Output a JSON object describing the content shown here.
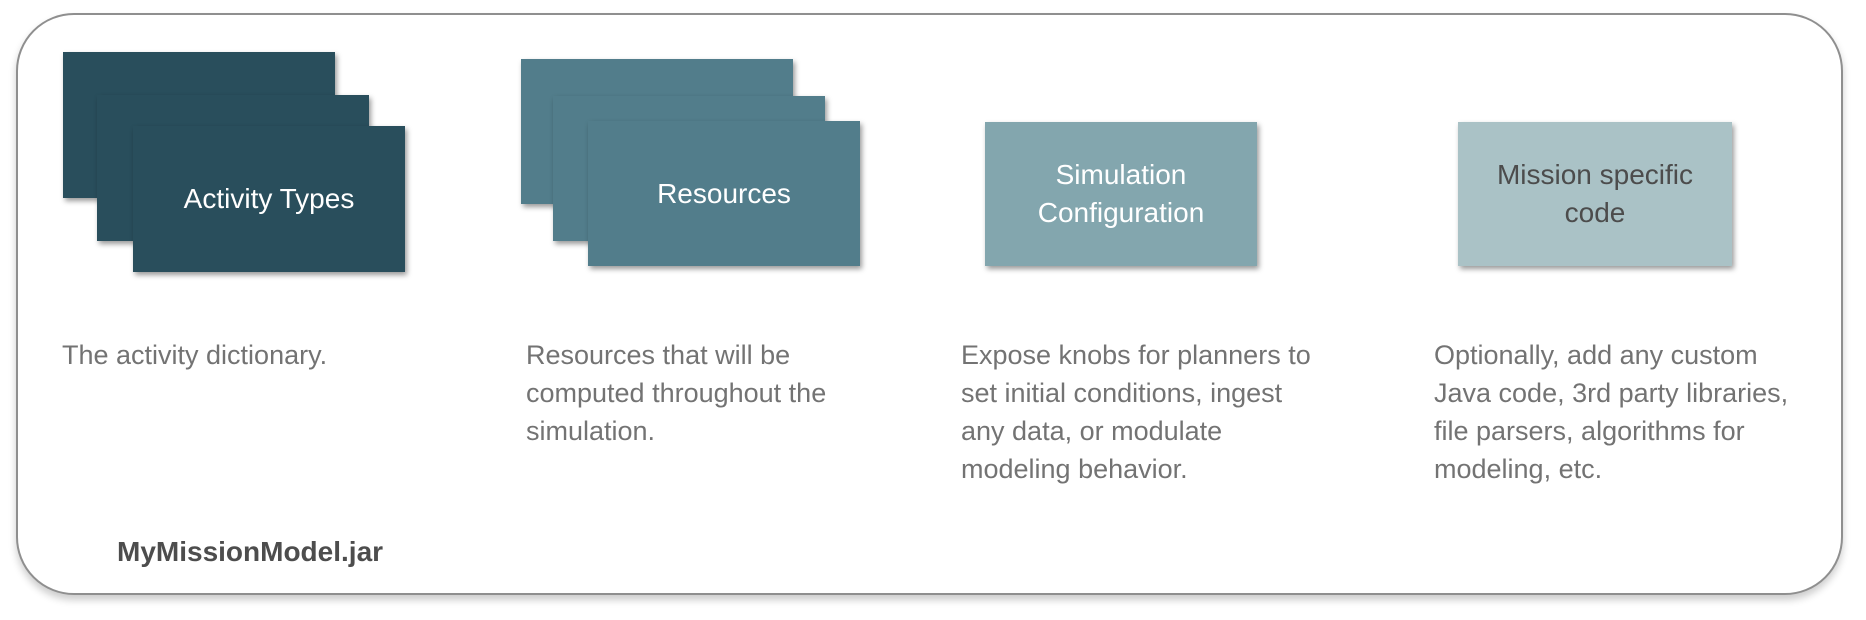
{
  "diagram": {
    "jar_label": "MyMissionModel.jar"
  },
  "colors": {
    "background": "#ffffff",
    "container_border": "#8f8f8f",
    "description_text": "#737373",
    "jar_label_text": "#4d4d4d"
  },
  "columns": [
    {
      "id": "activity-types",
      "stacked_cards": 3,
      "card_color": "#294e5c",
      "title_color": "#ffffff",
      "card_title_lines": [
        "Activity Types"
      ],
      "description_lines": [
        "The activity dictionary."
      ]
    },
    {
      "id": "resources",
      "stacked_cards": 3,
      "card_color": "#527d8b",
      "title_color": "#ffffff",
      "card_title_lines": [
        "Resources"
      ],
      "description_lines": [
        "Resources that will be",
        "computed throughout the",
        "simulation."
      ]
    },
    {
      "id": "simulation-configuration",
      "stacked_cards": 1,
      "card_color": "#83a6ae",
      "title_color": "#ffffff",
      "card_title_lines": [
        "Simulation",
        "Configuration"
      ],
      "description_lines": [
        "Expose knobs for planners to",
        "set initial conditions, ingest",
        "any data, or modulate",
        "modeling behavior."
      ]
    },
    {
      "id": "mission-specific-code",
      "stacked_cards": 1,
      "card_color": "#aac2c6",
      "title_color": "#4c4c4c",
      "card_title_lines": [
        "Mission specific",
        "code"
      ],
      "description_lines": [
        "Optionally, add any custom",
        "Java code, 3rd party libraries,",
        "file parsers, algorithms for",
        "modeling, etc."
      ]
    }
  ]
}
